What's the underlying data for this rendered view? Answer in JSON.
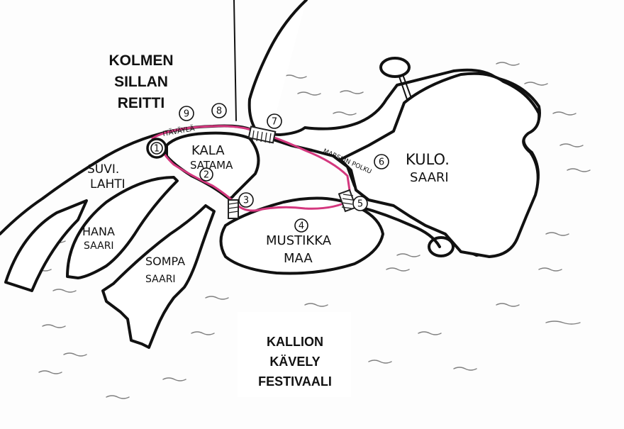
{
  "map": {
    "title_lines": [
      "KOLMEN",
      "SILLAN",
      "REITTI"
    ],
    "festival_lines": [
      "KALLION",
      "KÄVELY",
      "FESTIVAALI"
    ],
    "places": {
      "suvilahti": [
        "SUVI.",
        "LAHTI"
      ],
      "hanasaari": [
        "HANA",
        "SAARI"
      ],
      "sompasaari": [
        "SOMPA",
        "SAARI"
      ],
      "kalasatama": [
        "KALA",
        "SATAMA"
      ],
      "mustikkamaa": [
        "MUSTIKKA",
        "MAA"
      ],
      "kulosaari": [
        "KULO.",
        "SAARI"
      ]
    },
    "roads": {
      "itavayla": "ITÄVÄYLÄ",
      "marskinpolku": "MARSKIN POLKU"
    },
    "stops": [
      "1",
      "2",
      "3",
      "4",
      "5",
      "6",
      "7",
      "8",
      "9"
    ],
    "colors": {
      "route": "#d4377e",
      "ink": "#111111"
    }
  }
}
